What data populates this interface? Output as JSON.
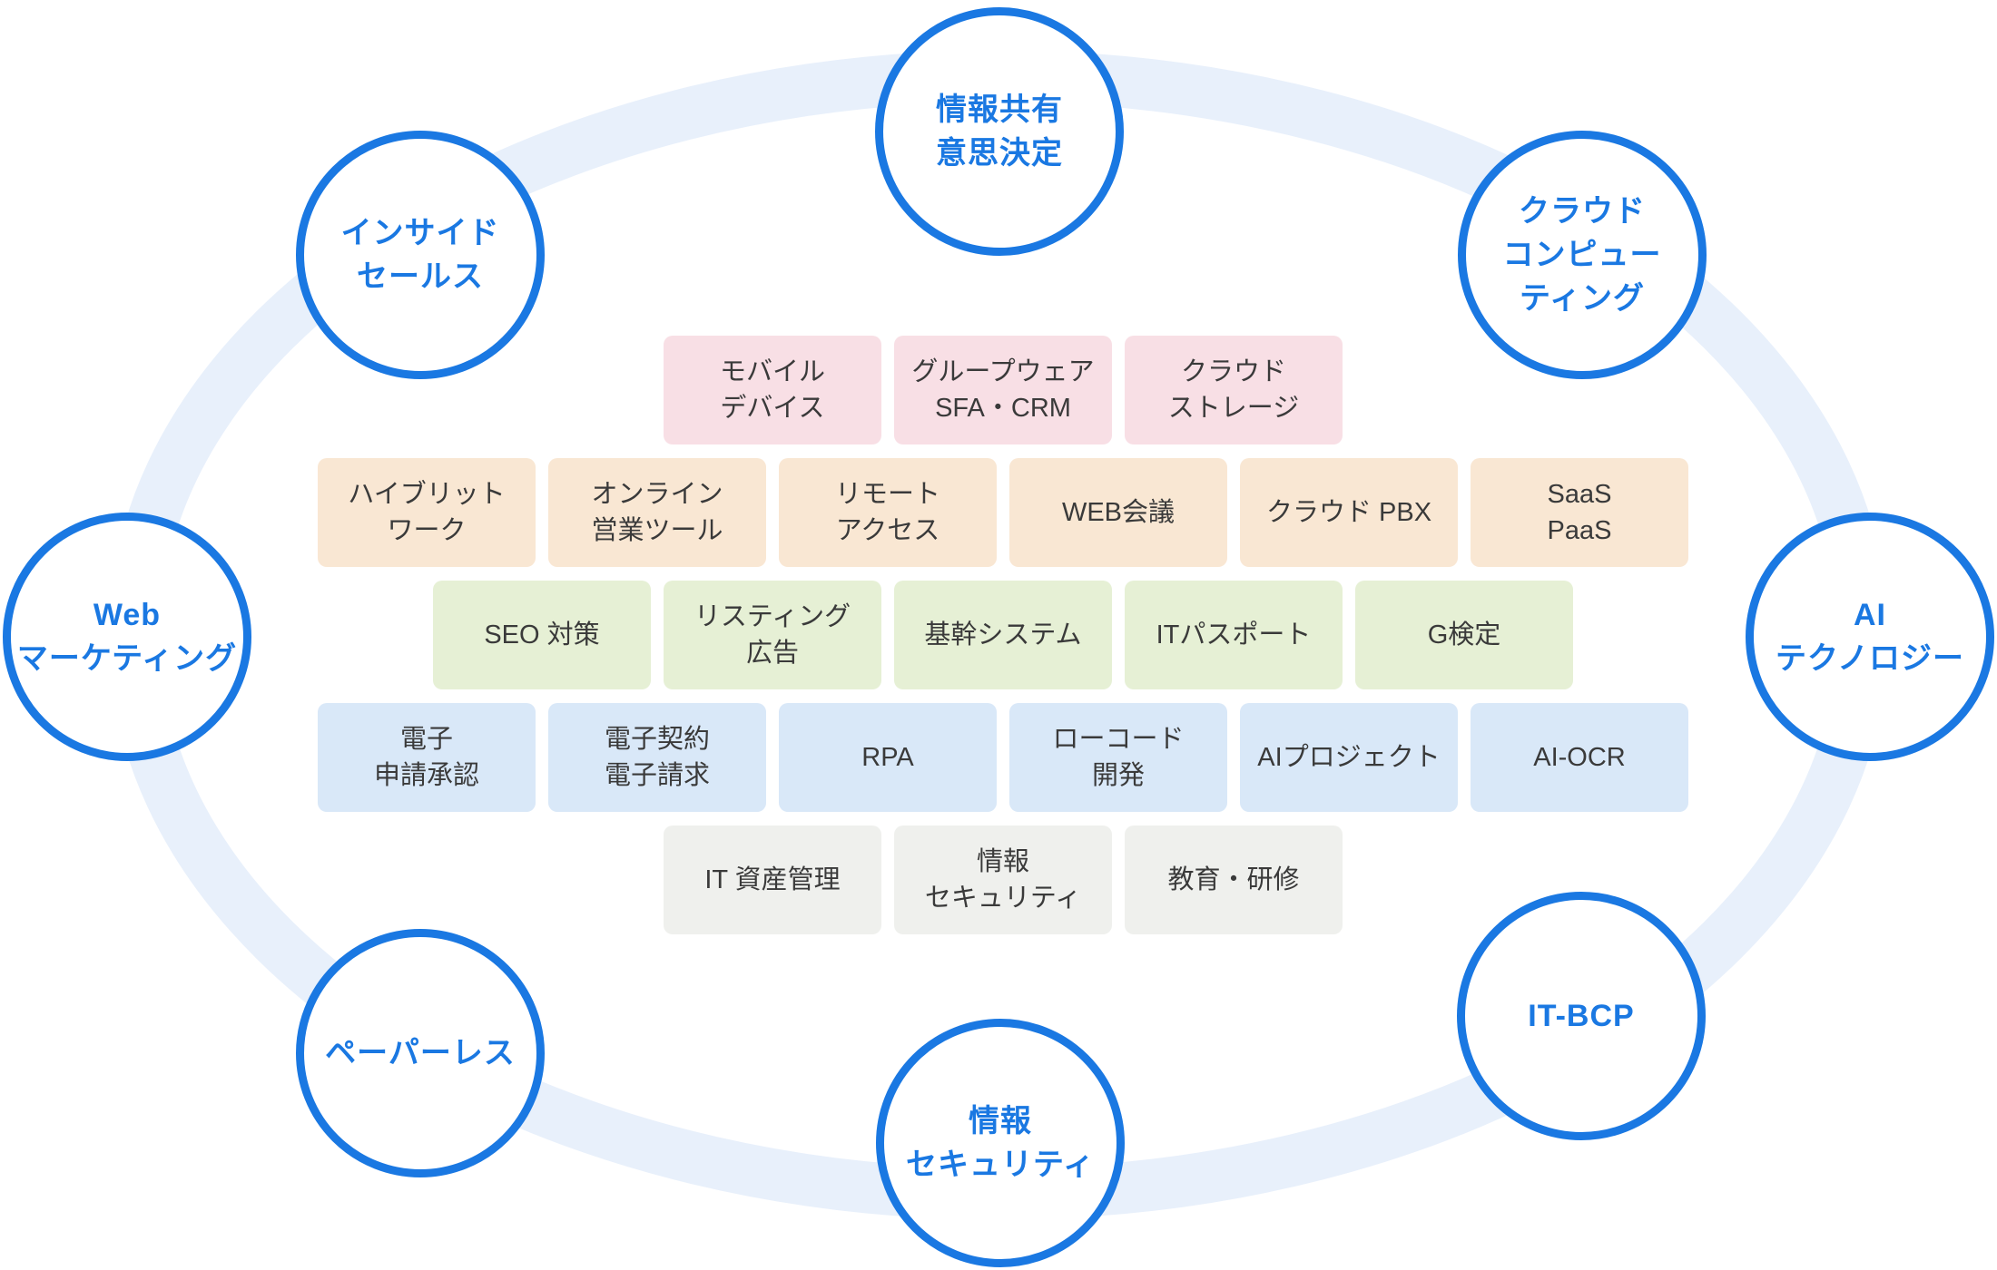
{
  "colors": {
    "background": "#FFFFFF",
    "ring": "#E8F0FB",
    "accent_blue": "#1A78E2",
    "pill_text": "#3A3A3A",
    "pill_pink": "#F8DFE5",
    "pill_peach": "#F9E7D3",
    "pill_green": "#E6F0D5",
    "pill_blue": "#D9E8F8",
    "pill_gray": "#EFF0ED"
  },
  "circles": [
    {
      "id": "information-sharing-decision-making",
      "lines": [
        "情報共有",
        "意思決定"
      ]
    },
    {
      "id": "inside-sales",
      "lines": [
        "インサイド",
        "セールス"
      ]
    },
    {
      "id": "cloud-computing",
      "lines": [
        "クラウド",
        "コンピュー",
        "ティング"
      ]
    },
    {
      "id": "web-marketing",
      "lines": [
        "Web",
        "マーケティング"
      ]
    },
    {
      "id": "ai-technology",
      "lines": [
        "AI",
        "テクノロジー"
      ]
    },
    {
      "id": "paperless",
      "lines": [
        "ペーパーレス"
      ]
    },
    {
      "id": "information-security",
      "lines": [
        "情報",
        "セキュリティ"
      ]
    },
    {
      "id": "it-bcp",
      "lines": [
        "IT-BCP"
      ]
    }
  ],
  "pill_rows": [
    {
      "color": "pink",
      "items": [
        {
          "lines": [
            "モバイル",
            "デバイス"
          ]
        },
        {
          "lines": [
            "グループウェア",
            "SFA・CRM"
          ]
        },
        {
          "lines": [
            "クラウド",
            "ストレージ"
          ]
        }
      ]
    },
    {
      "color": "peach",
      "items": [
        {
          "lines": [
            "ハイブリット",
            "ワーク"
          ]
        },
        {
          "lines": [
            "オンライン",
            "営業ツール"
          ]
        },
        {
          "lines": [
            "リモート",
            "アクセス"
          ]
        },
        {
          "lines": [
            "WEB会議"
          ]
        },
        {
          "lines": [
            "クラウド PBX"
          ]
        },
        {
          "lines": [
            "SaaS",
            "PaaS"
          ]
        }
      ]
    },
    {
      "color": "green",
      "items": [
        {
          "lines": [
            "SEO 対策"
          ]
        },
        {
          "lines": [
            "リスティング",
            "広告"
          ]
        },
        {
          "lines": [
            "基幹システム"
          ]
        },
        {
          "lines": [
            "ITパスポート"
          ]
        },
        {
          "lines": [
            "G検定"
          ]
        }
      ]
    },
    {
      "color": "blue",
      "items": [
        {
          "lines": [
            "電子",
            "申請承認"
          ]
        },
        {
          "lines": [
            "電子契約",
            "電子請求"
          ]
        },
        {
          "lines": [
            "RPA"
          ]
        },
        {
          "lines": [
            "ローコード",
            "開発"
          ]
        },
        {
          "lines": [
            "AIプロジェクト"
          ]
        },
        {
          "lines": [
            "AI-OCR"
          ]
        }
      ]
    },
    {
      "color": "gray",
      "items": [
        {
          "lines": [
            "IT 資産管理"
          ]
        },
        {
          "lines": [
            "情報",
            "セキュリティ"
          ]
        },
        {
          "lines": [
            "教育・研修"
          ]
        }
      ]
    }
  ]
}
